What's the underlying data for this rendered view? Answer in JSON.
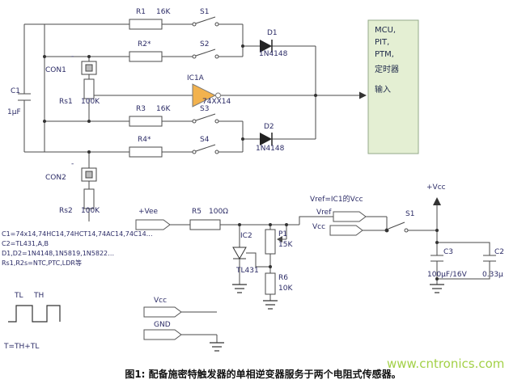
{
  "caption": "图1: 配备施密特触发器的单相逆变器服务于两个电阻式传感器。",
  "watermark": "www.cntronics.com",
  "colors": {
    "label": "#2b2b66",
    "wire": "#4a4a4a",
    "amp_fill": "#f2b24e",
    "mcu_box_fill": "#e4efd3",
    "mcu_box_border": "#93a989",
    "watermark_green": "#99cc33"
  },
  "labels": {
    "r1": "R1",
    "r1_val": "16K",
    "s1_top": "S1",
    "r2": "R2*",
    "s2": "S2",
    "d1": "D1",
    "d1_val": "1N4148",
    "con1": "CON1",
    "con1_minus": "-",
    "ic1a": "IC1A",
    "ic1a_val": "74XX14",
    "rs1": "Rs1",
    "rs1_val": "100K",
    "c1": "C1",
    "c1_val": "1µF",
    "r3": "R3",
    "r3_val": "16K",
    "s3": "S3",
    "r4": "R4*",
    "s4": "S4",
    "d2": "D2",
    "d2_val": "1N4148",
    "con2": "CON2",
    "con2_minus": "-",
    "rs2": "Rs2",
    "rs2_val": "100K",
    "mcu_line1": "MCU,",
    "mcu_line2": "PIT,",
    "mcu_line3": "PTM,",
    "mcu_line4": "定时器",
    "mcu_line5": "输入",
    "vee": "+Vee",
    "r5": "R5",
    "r5_val": "100Ω",
    "ic2": "IC2",
    "ic2_val": "TL431",
    "p1": "P1",
    "p1_val": "15K",
    "r6": "R6",
    "r6_val": "10K",
    "vref_eq": "Vref=IC1的Vcc",
    "vref": "Vref",
    "vcc_mid": "Vcc",
    "s1_right": "S1",
    "vcc_plus": "+Vcc",
    "c3": "C3",
    "c3_val": "100µF/16V",
    "c2b": "C2",
    "c2b_val": "0.33µ",
    "vcc_bottom": "Vcc",
    "gnd": "GND",
    "tl": "TL",
    "th": "TH",
    "t_eq": "T=TH+TL"
  },
  "notes": [
    "C1=74x14,74HC14,74HCT14,74AC14,74C14…",
    "C2=TL431,A,B",
    "D1,D2=1N4148,1N5819,1N5822…",
    "Rs1,R2s=NTC,PTC,LDR等"
  ]
}
